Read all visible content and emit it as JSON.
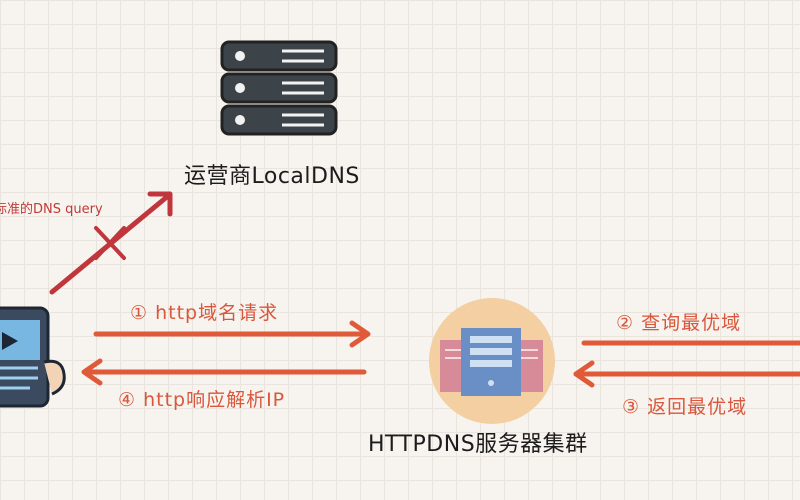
{
  "nodes": {
    "local_dns": {
      "label": "运营商LocalDNS"
    },
    "httpdns_cluster": {
      "label": "HTTPDNS服务器集群"
    }
  },
  "flows": {
    "standard_query": {
      "label": "标准的DNS query"
    },
    "step1": {
      "label": "① http域名请求"
    },
    "step2": {
      "label": "② 查询最优域"
    },
    "step3": {
      "label": "③ 返回最优域"
    },
    "step4": {
      "label": "④ http响应解析IP"
    }
  },
  "colors": {
    "accent": "#e05a3a",
    "blocked": "#c0363c",
    "server_dark": "#3d4449",
    "cluster_circle": "#f3cfa2",
    "cluster_blue": "#6a8fc7",
    "cluster_rose": "#d78a98"
  },
  "icons": {
    "local_dns": "server-stack-icon",
    "cluster": "server-cluster-icon",
    "client": "mobile-video-client-icon"
  }
}
